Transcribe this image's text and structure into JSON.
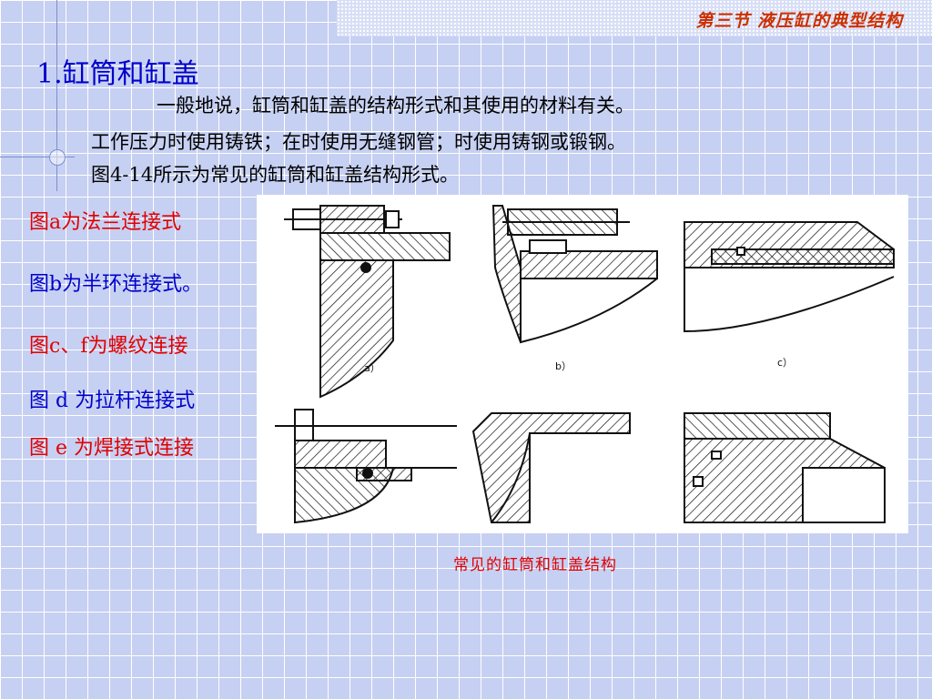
{
  "header": {
    "section_title": "第三节  液压缸的典型结构"
  },
  "heading": {
    "title": "1.缸筒和缸盖"
  },
  "paragraphs": [
    "一般地说，缸筒和缸盖的结构形式和其使用的材料有关。",
    "工作压力时使用铸铁；在时使用无缝钢管；时使用铸钢或锻钢。",
    "图4-14所示为常见的缸筒和缸盖结构形式。"
  ],
  "labels": {
    "a": "图a为法兰连接式",
    "b": "图b为半环连接式。",
    "cf": "图c、f为螺纹连接",
    "d": "图 d 为拉杆连接式",
    "e": "图 e 为焊接式连接"
  },
  "figure": {
    "sub_labels": [
      "a）",
      "b）",
      "c）"
    ],
    "caption": "常见的缸筒和缸盖结构"
  },
  "colors": {
    "red_text": "#e10000",
    "blue_text": "#0000cc",
    "header_text": "#cc2f00",
    "background": "#c6d0f2"
  }
}
